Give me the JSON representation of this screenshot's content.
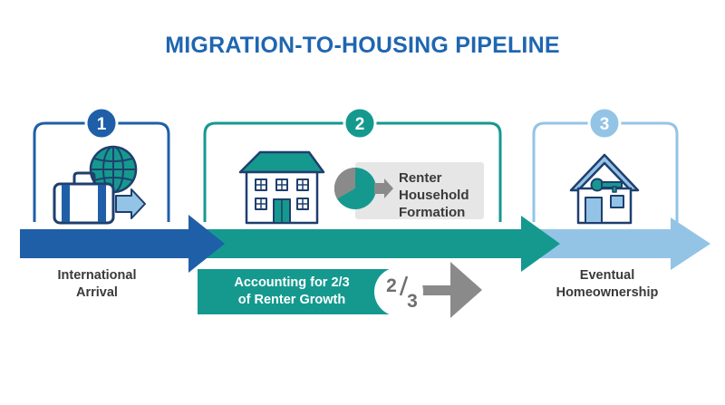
{
  "title": "MIGRATION-TO-HOUSING PIPELINE",
  "colors": {
    "stage1": "#1f5fa8",
    "stage2": "#15998f",
    "stage3": "#93c4e6",
    "callout_gray": "#8a8a8a",
    "box_gray": "#e6e6e6"
  },
  "stages": [
    {
      "number": "1",
      "label_line1": "International",
      "label_line2": "Arrival",
      "icon": "suitcase-globe-icon"
    },
    {
      "number": "2",
      "sublabel_line1": "Renter",
      "sublabel_line2": "Household",
      "sublabel_line3": "Formation",
      "icon": "house-pie-icon"
    },
    {
      "number": "3",
      "label_line1": "Eventual",
      "label_line2": "Homeownership",
      "icon": "house-key-icon"
    }
  ],
  "callout": {
    "line1": "Accounting for 2/3",
    "line2": "of Renter Growth",
    "fraction_num": "2",
    "fraction_den": "3"
  }
}
